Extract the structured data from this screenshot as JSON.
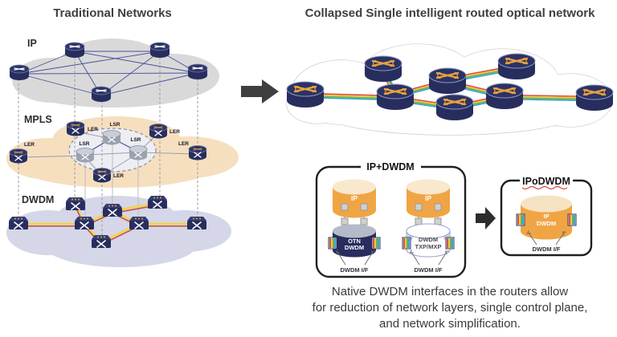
{
  "titles": {
    "left": "Traditional Networks",
    "right": "Collapsed Single intelligent routed optical network"
  },
  "layers": {
    "ip": "IP",
    "mpls": "MPLS",
    "dwdm": "DWDM"
  },
  "node_labels": {
    "ler": "LER",
    "lsr": "LSR"
  },
  "detail": {
    "box_ip_dwdm_title": "IP+DWDM",
    "box_ipodwdm_title": "IPoDWDM",
    "ip_label": "IP",
    "otn_line1": "OTN",
    "otn_line2": "DWDM",
    "txp_line1": "DWDM",
    "txp_line2": "TXP/MXP",
    "ipodwdm_line1": "IP",
    "ipodwdm_line2": "DWDM",
    "dwdm_if_label": "DWDM I/F"
  },
  "caption": {
    "line1": "Native DWDM interfaces in the routers allow",
    "line2": "for reduction of network layers, single control plane,",
    "line3": "and network simplification."
  },
  "colors": {
    "navy": "#272e5e",
    "orange_cyl": "#f0a544",
    "cream_top": "#f8e8cd",
    "ip_cloud": "#d9d9d9",
    "mpls_cloud": "#f6dfbf",
    "dwdm_cloud": "#d5d6e7",
    "lsr_ellipse": "#eceef4",
    "ribbon": [
      "#d9534a",
      "#f0c83c",
      "#69b54c",
      "#3aa3d8"
    ],
    "dwdm_link_yellow": "#f2d440",
    "dwdm_link_red": "#c8484d",
    "arrow_dark": "#3f3f3f"
  }
}
